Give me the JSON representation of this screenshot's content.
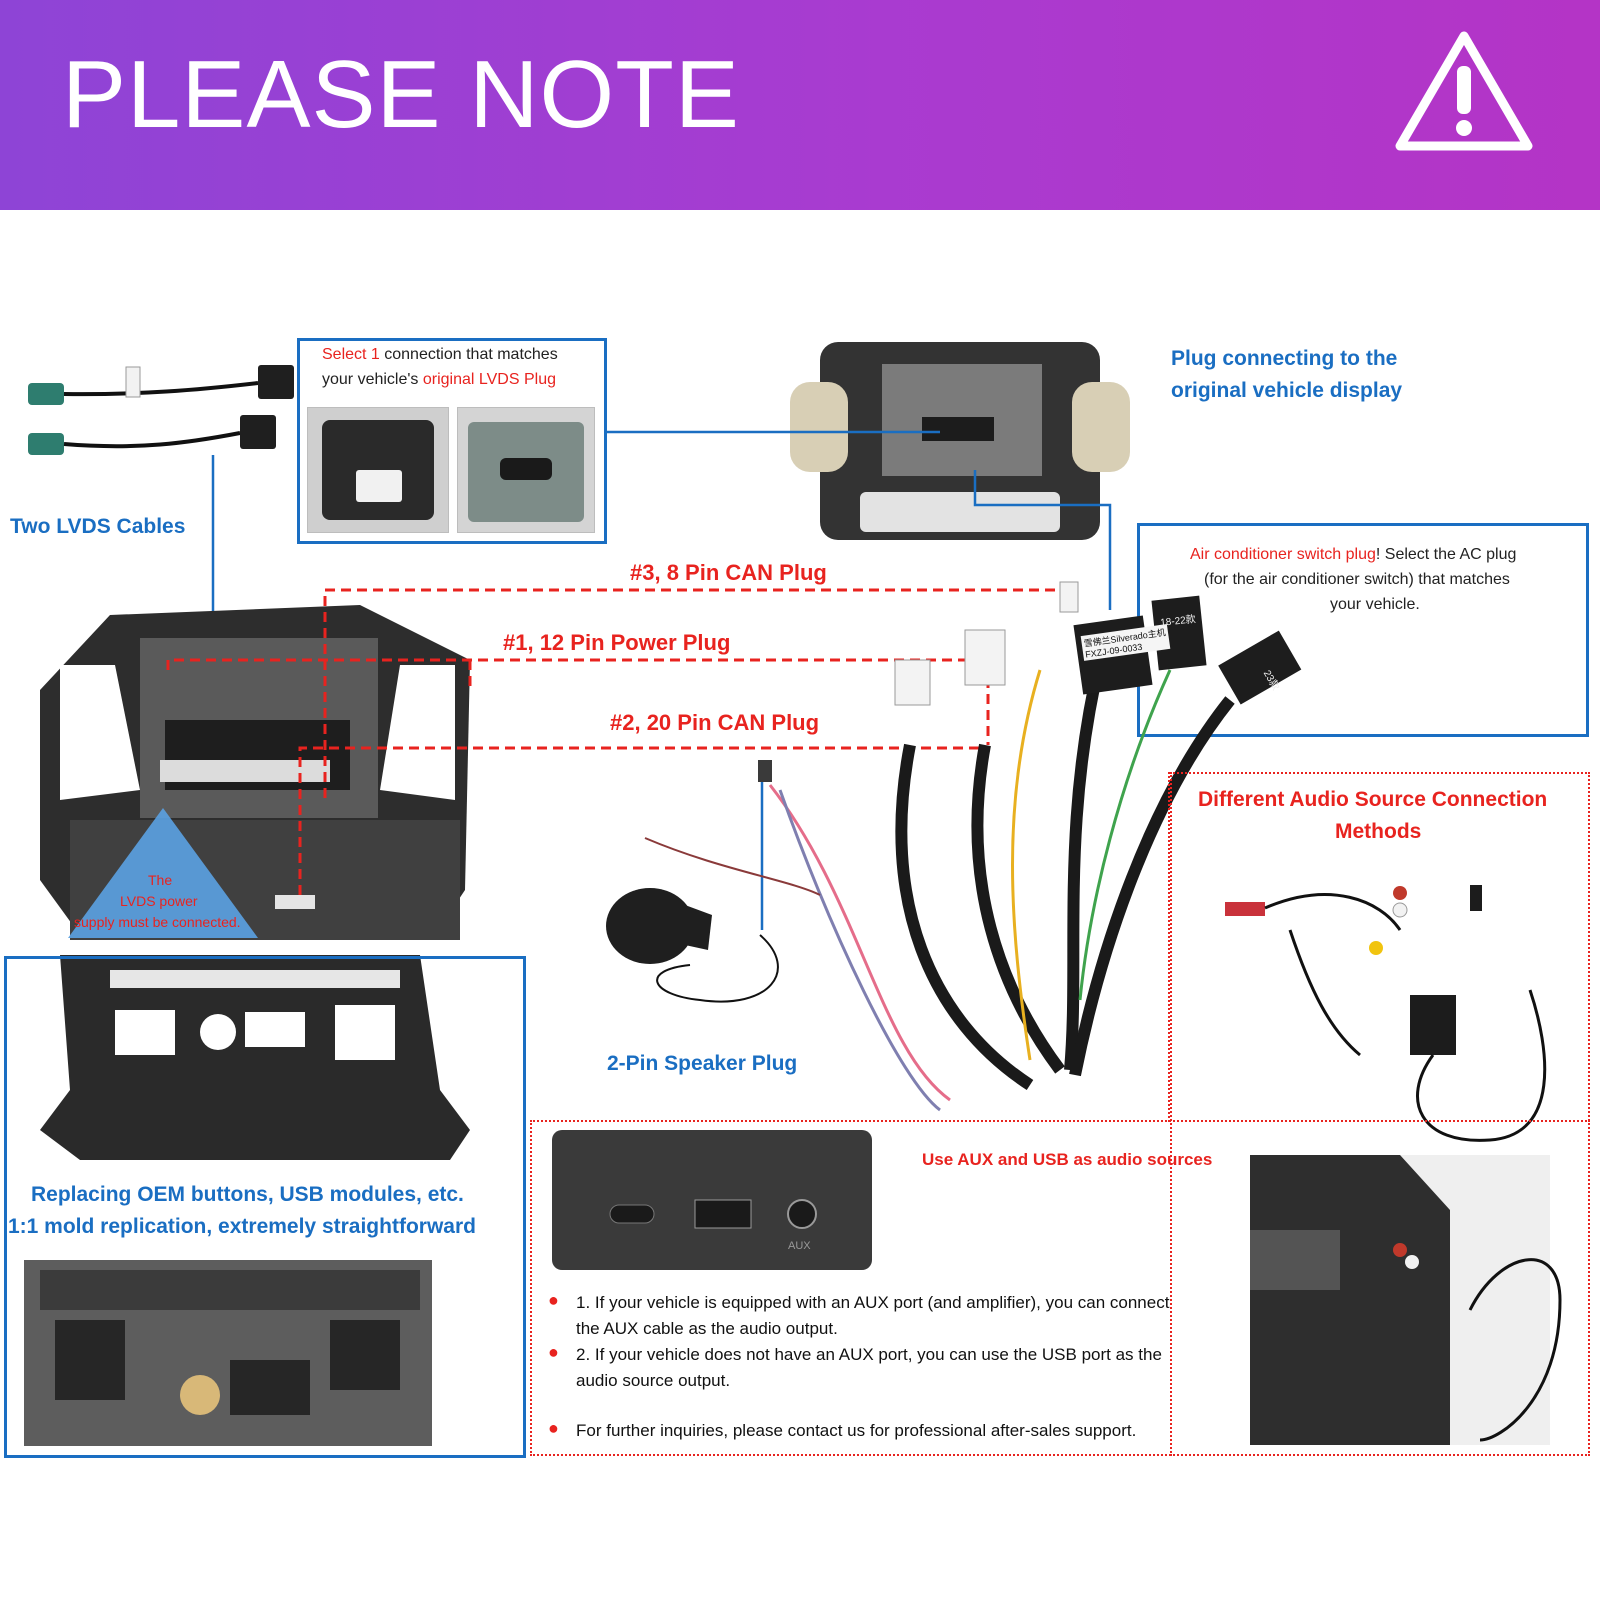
{
  "banner": {
    "title": "PLEASE NOTE",
    "icon": "warning-triangle-icon",
    "color_from": "#8e44d6",
    "color_to": "#b434c6"
  },
  "colors": {
    "blue": "#1a6ec2",
    "red": "#e8231f"
  },
  "labels": {
    "two_lvds": "Two LVDS Cables",
    "select_prefix": "Select 1",
    "select_mid": " connection that matches",
    "select_line2a": "your vehicle's ",
    "select_line2b": "original LVDS Plug",
    "plug_display_l1": "Plug connecting to the",
    "plug_display_l2": "original vehicle display",
    "ac_red": "Air conditioner switch plug",
    "ac_rest1": "! Select the AC plug",
    "ac_l2": "(for the air conditioner switch) that matches",
    "ac_l3": "your vehicle.",
    "can8": "#3, 8 Pin CAN Plug",
    "power12": "#1, 12 Pin Power Plug",
    "can20": "#2, 20 Pin CAN Plug",
    "lvds_power_l1": "The",
    "lvds_power_l2": "LVDS power",
    "lvds_power_l3": "supply must be connected.",
    "speaker": "2-Pin Speaker Plug",
    "audio_title_l1": "Different Audio Source Connection",
    "audio_title_l2": "Methods",
    "aux_usb": "Use AUX and USB as audio sources",
    "replace_l1": "Replacing OEM buttons, USB modules, etc.",
    "replace_l2": "1:1 mold replication, extremely straightforward",
    "aux_port_label": "AUX",
    "note1_l1": "1. If your vehicle is equipped with an AUX port (and amplifier), you can connect",
    "note1_l2": "the AUX cable as the audio output.",
    "note2_l1": "2. If your vehicle does not have an AUX port, you can use the USB port as the",
    "note2_l2": "audio source output.",
    "note3": "For further inquiries, please contact us for professional after-sales support.",
    "tag_1": "18-22款",
    "tag_2": "23款",
    "tag_3": "雪佛兰Silverado主机",
    "tag_4": "FXZJ-09-0033"
  }
}
